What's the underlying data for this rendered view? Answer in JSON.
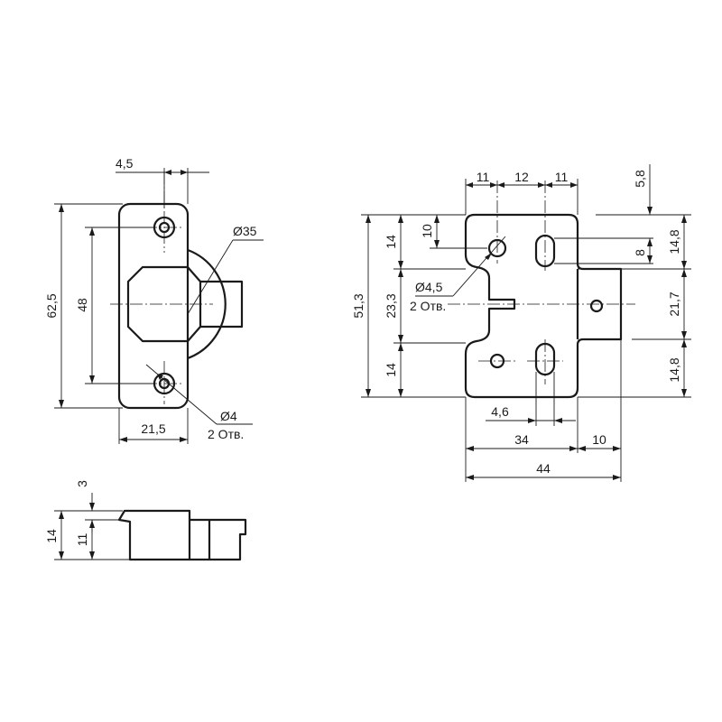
{
  "cup_front_view": {
    "dim_offset": "4,5",
    "dim_cup_diameter": "Ø35",
    "dim_total_height": "62,5",
    "dim_hole_spacing": "48",
    "dim_width": "21,5",
    "dim_hole_diameter": "Ø4",
    "dim_hole_count": "2 Отв."
  },
  "cup_side_view": {
    "dim_total_depth": "14",
    "dim_flange": "3",
    "dim_body": "11"
  },
  "mounting_plate": {
    "dim_col_1": "11",
    "dim_col_2": "12",
    "dim_col_3": "11",
    "dim_top_offset": "5,8",
    "dim_hole_top": "10",
    "dim_slot": "8",
    "dim_upper_wing": "14",
    "dim_right_upper": "14,8",
    "dim_center_band": "23,3",
    "dim_total_height": "51,3",
    "dim_right_center": "21,7",
    "dim_lower_wing": "14",
    "dim_right_lower": "14,8",
    "dim_hole_diameter": "Ø4,5",
    "dim_hole_count": "2 Отв.",
    "dim_slot_width": "4,6",
    "dim_body_width": "34",
    "dim_tongue": "10",
    "dim_total_width": "44"
  }
}
